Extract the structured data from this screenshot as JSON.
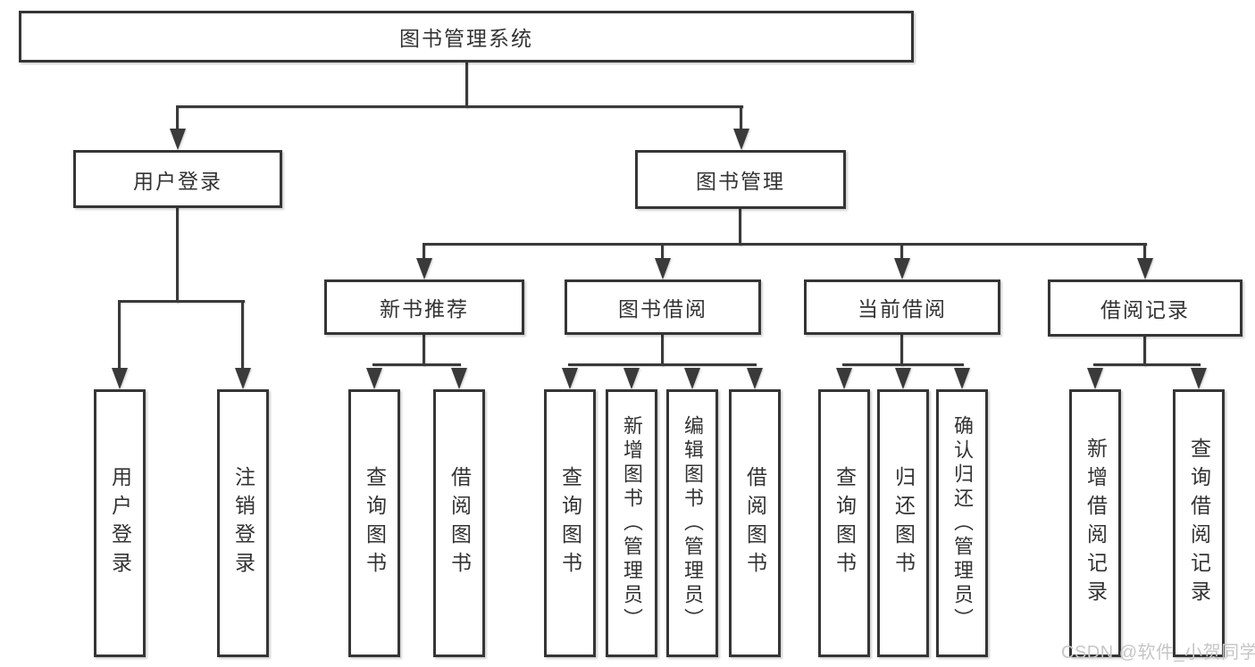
{
  "tree": {
    "root": "图书管理系统",
    "children": [
      {
        "label": "用户登录",
        "children": [
          "用户登录",
          "注销登录"
        ]
      },
      {
        "label": "图书管理",
        "children": [
          {
            "label": "新书推荐",
            "children": [
              "查询图书",
              "借阅图书"
            ]
          },
          {
            "label": "图书借阅",
            "children": [
              "查询图书",
              "新增图书（管理员）",
              "编辑图书（管理员）",
              "借阅图书"
            ]
          },
          {
            "label": "当前借阅",
            "children": [
              "查询图书",
              "归还图书",
              "确认归还（管理员）"
            ]
          },
          {
            "label": "借阅记录",
            "children": [
              "新增借阅记录",
              "查询借阅记录"
            ]
          }
        ]
      }
    ]
  },
  "watermark": {
    "text": "CSDN @软件_小贺同学"
  },
  "colors": {
    "line": "#3a3a3a",
    "border": "#353535",
    "text": "#333333",
    "watermark": "#c6c6c6",
    "background": "#ffffff"
  }
}
